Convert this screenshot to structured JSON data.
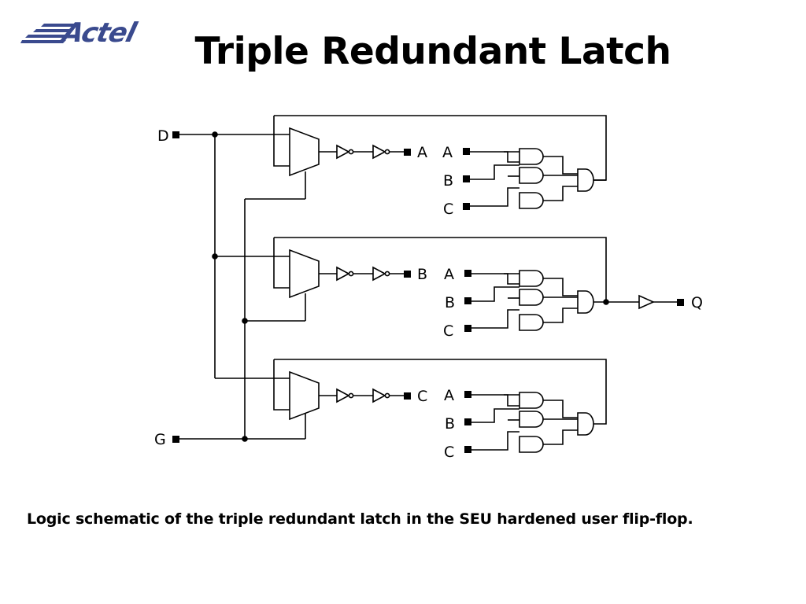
{
  "logo": {
    "text": "Actel"
  },
  "title": "Triple Redundant Latch",
  "caption": "Logic schematic of the triple redundant latch in the SEU hardened user flip-flop.",
  "schematic": {
    "inputs": {
      "d": "D",
      "g": "G"
    },
    "output": "Q",
    "stages": [
      {
        "out_label": "A",
        "voter_inputs": [
          "A",
          "B",
          "C"
        ]
      },
      {
        "out_label": "B",
        "voter_inputs": [
          "A",
          "B",
          "C"
        ]
      },
      {
        "out_label": "C",
        "voter_inputs": [
          "A",
          "B",
          "C"
        ]
      }
    ]
  }
}
